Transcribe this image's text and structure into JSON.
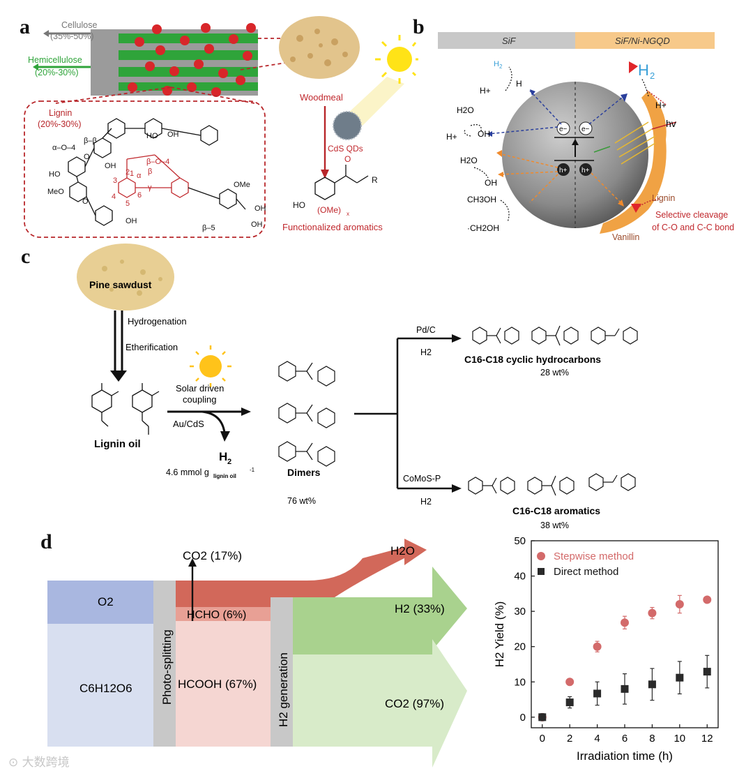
{
  "panel_a": {
    "label": "a",
    "cellulose": "Cellulose",
    "cellulose_pct": "(35%-50%)",
    "hemicellulose": "Hemicellulose",
    "hemicellulose_pct": "(20%-30%)",
    "lignin": "Lignin",
    "lignin_pct": "(20%-30%)",
    "woodmeal": "Woodmeal",
    "cds_qds": "CdS QDs",
    "functionalized": "Functionalized aromatics",
    "ome": "(OMe)",
    "ome_sub": "x",
    "r": "R",
    "ho": "HO",
    "bonds": [
      "β–β",
      "α–O–4",
      "β–O–4",
      "β–5"
    ],
    "greek": [
      "α",
      "β",
      "γ"
    ],
    "ring_numbers": [
      "1",
      "2",
      "3",
      "4",
      "5",
      "6"
    ],
    "struct_labels": [
      "HO",
      "MeO",
      "OMe",
      "OH",
      "OH",
      "OH",
      "OH",
      "OH",
      "HO",
      "O",
      "O"
    ]
  },
  "panel_b": {
    "label": "b",
    "left_bar": "SiF",
    "right_bar": "SiF/Ni-NGQD",
    "h2_left": "H",
    "h2_left_sub": "2",
    "h2_right": "H",
    "h2_right_sub": "2",
    "hplus": "H+",
    "h": "H",
    "h2o": "H2O",
    "oh": "OH",
    "ch3oh": "CH3OH",
    "ch2oh": "·CH2OH",
    "hv": "hv",
    "electron": "e−",
    "hole": "h+",
    "lignin": "Lignin",
    "selective": "Selective cleavage",
    "selective2": "of C-O and C-C bond",
    "vanillin": "Vanillin"
  },
  "panel_c": {
    "label": "c",
    "pine": "Pine sawdust",
    "hydrogenation": "Hydrogenation",
    "etherification": "Etherification",
    "lignin_oil": "Lignin oil",
    "solar1": "Solar driven",
    "solar2": "coupling",
    "aucds": "Au/CdS",
    "h2": "H",
    "h2_sub": "2",
    "rate": "4.6 mmol g",
    "rate_sub": "lignin oil",
    "rate_sup": "-1",
    "dimers": "Dimers",
    "dimers_pct": "76 wt%",
    "pdc": "Pd/C",
    "h2_top": "H2",
    "cyclic": "C16-C18 cyclic hydrocarbons",
    "cyclic_pct": "28 wt%",
    "comos": "CoMoS-P",
    "h2_bottom": "H2",
    "aromatics": "C16-C18 aromatics",
    "aromatics_pct": "38 wt%"
  },
  "panel_d": {
    "label": "d",
    "o2": "O2",
    "glucose": "C6H12O6",
    "photo": "Photo-splitting",
    "co2_17": "CO2 (17%)",
    "hcho": "HCHO (6%)",
    "hcooh": "HCOOH (67%)",
    "h2gen": "H2 generation",
    "h2o": "H2O",
    "h2_33": "H2 (33%)",
    "co2_97": "CO2 (97%)"
  },
  "colors": {
    "red": "#c0282d",
    "green": "#2e9b3a",
    "blue": "#2a3f9c",
    "orange": "#f0a244",
    "o2": "#a9b7e0",
    "glucose": "#d8dff0",
    "pink": "#f5d6d2",
    "red_flow": "#d2685a",
    "green_flow": "#a9d28e",
    "green_light": "#d8ebc9",
    "gray_bar": "#c8c8c8",
    "circle": "#d36a6a",
    "square": "#2a2a2a"
  },
  "watermark": "大数跨境",
  "chart_data": {
    "type": "scatter",
    "xlabel": "Irradiation time (h)",
    "ylabel": "H2 Yield (%)",
    "xlim": [
      -0.8,
      12.8
    ],
    "ylim": [
      -3,
      50
    ],
    "xticks": [
      0,
      2,
      4,
      6,
      8,
      10,
      12
    ],
    "yticks": [
      0,
      10,
      20,
      30,
      40,
      50
    ],
    "legend_position": "top-left",
    "series": [
      {
        "name": "Stepwise method",
        "marker": "circle",
        "color": "#d36a6a",
        "x": [
          0,
          2,
          4,
          6,
          8,
          10,
          12
        ],
        "y": [
          0,
          10,
          20,
          26.8,
          29.5,
          32,
          33.3
        ],
        "err": [
          0.8,
          0.4,
          1.5,
          1.8,
          1.6,
          2.5,
          0.5
        ]
      },
      {
        "name": "Direct method",
        "marker": "square",
        "color": "#2a2a2a",
        "x": [
          0,
          2,
          4,
          6,
          8,
          10,
          12
        ],
        "y": [
          0,
          4.2,
          6.7,
          8,
          9.3,
          11.2,
          12.9
        ],
        "err": [
          1.0,
          1.6,
          3.3,
          4.3,
          4.5,
          4.6,
          4.6
        ]
      }
    ]
  }
}
